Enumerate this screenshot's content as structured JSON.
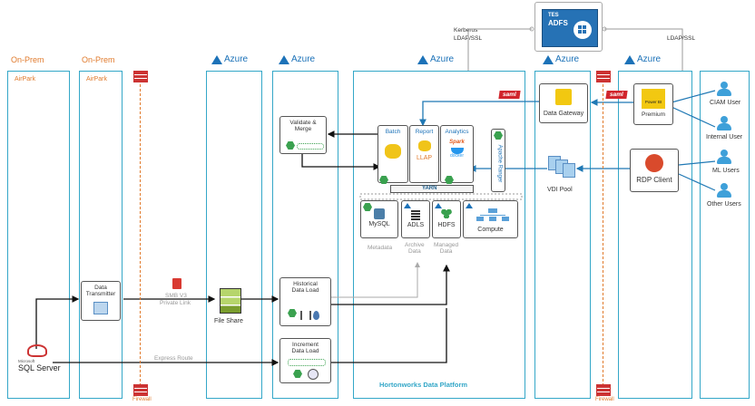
{
  "zones": {
    "onprem_1": "On-Prem",
    "onprem_1_sub": "AirPark",
    "onprem_2": "On-Prem",
    "onprem_2_sub": "AirPark",
    "azure_label": "Azure"
  },
  "adfs": {
    "top": "TES",
    "bottom": "ADFS"
  },
  "auth": {
    "kerberos": "Kerberos",
    "ldap_left": "LDAP/SSL",
    "ldap_right": "LDAP/SSL"
  },
  "saml": "saml",
  "firewall": "Firewall",
  "nodes": {
    "data_transmitter": "Data\nTransmitter",
    "smb": "SMB V3",
    "private_link": "Private Link",
    "file_share": "File Share",
    "express_route": "Express Route",
    "validate_merge": "Validate &\nMerge",
    "historical": "Historical\nData Load",
    "increment": "Increment\nData Load",
    "batch": "Batch",
    "report": "Report",
    "analytics": "Analytics",
    "llap": "LLAP",
    "spark": "Spark",
    "docker": "docker",
    "yarn": "YARN",
    "ranger": "Apache Ranger",
    "mysql": "MySQL",
    "adls": "ADLS",
    "hdfs": "HDFS",
    "compute": "Compute",
    "metadata": "Metadata",
    "archive": "Archive\nData",
    "managed": "Managed\nData",
    "hdp": "Hortonworks Data Platform",
    "data_gateway": "Data Gateway",
    "vdi_pool": "VDI Pool",
    "powerbi": "Power BI",
    "premium": "Premium",
    "rdp": "RDP Client",
    "sqlserver_small": "Microsoft",
    "sqlserver": "SQL Server"
  },
  "users": [
    "CIAM User",
    "Internal User",
    "ML Users",
    "Other Users"
  ]
}
